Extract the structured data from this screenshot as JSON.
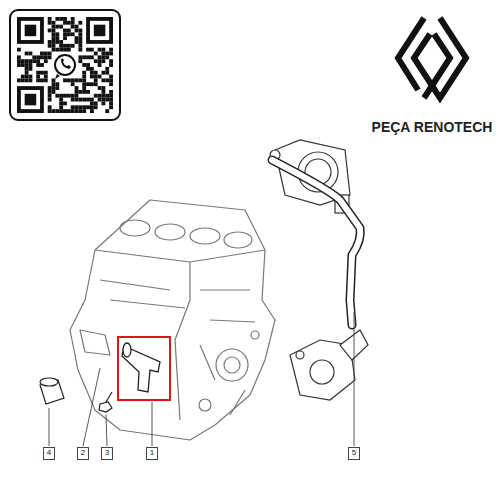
{
  "diagram": {
    "nodes": [
      {
        "text": [
          "4"
        ]
      },
      {
        "text": [
          "2"
        ]
      },
      {
        "text": [
          "3"
        ]
      },
      {
        "text": [
          "1"
        ]
      },
      {
        "text": [
          "5"
        ]
      }
    ],
    "labels": [
      "PEÇA RENOTECH"
    ]
  }
}
